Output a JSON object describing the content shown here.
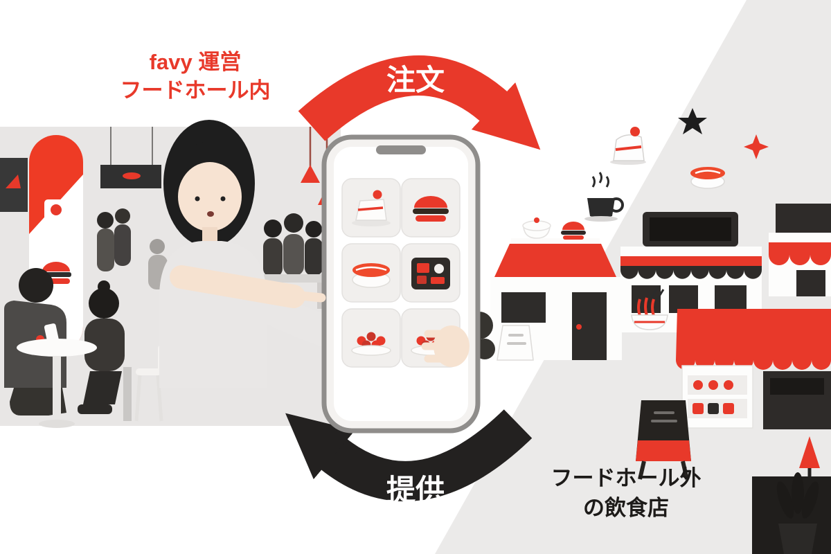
{
  "diagram": {
    "food_hall": {
      "line1": "favy 運営",
      "line2": "フードホール内"
    },
    "order_arrow": {
      "label": "注文"
    },
    "provide_arrow": {
      "label": "提供"
    },
    "external_restaurants": {
      "line1": "フードホール外",
      "line2": "の飲食店"
    }
  },
  "phone": {
    "menu_items": [
      "strawberry-shortcake-icon",
      "hamburger-icon",
      "salmon-nigiri-icon",
      "bento-box-icon",
      "ikura-bowl-icon",
      "ikura-plate-icon"
    ]
  },
  "street_icons": [
    "cake-slice-icon",
    "star-icon",
    "sparkle-icon",
    "coffee-cup-icon",
    "salmon-nigiri-icon",
    "ramen-bowl-icon"
  ],
  "colors": {
    "accent_red": "#E8392A",
    "dark": "#262320",
    "light_gray": "#E9E7E6",
    "background": "#FFFFFF"
  }
}
